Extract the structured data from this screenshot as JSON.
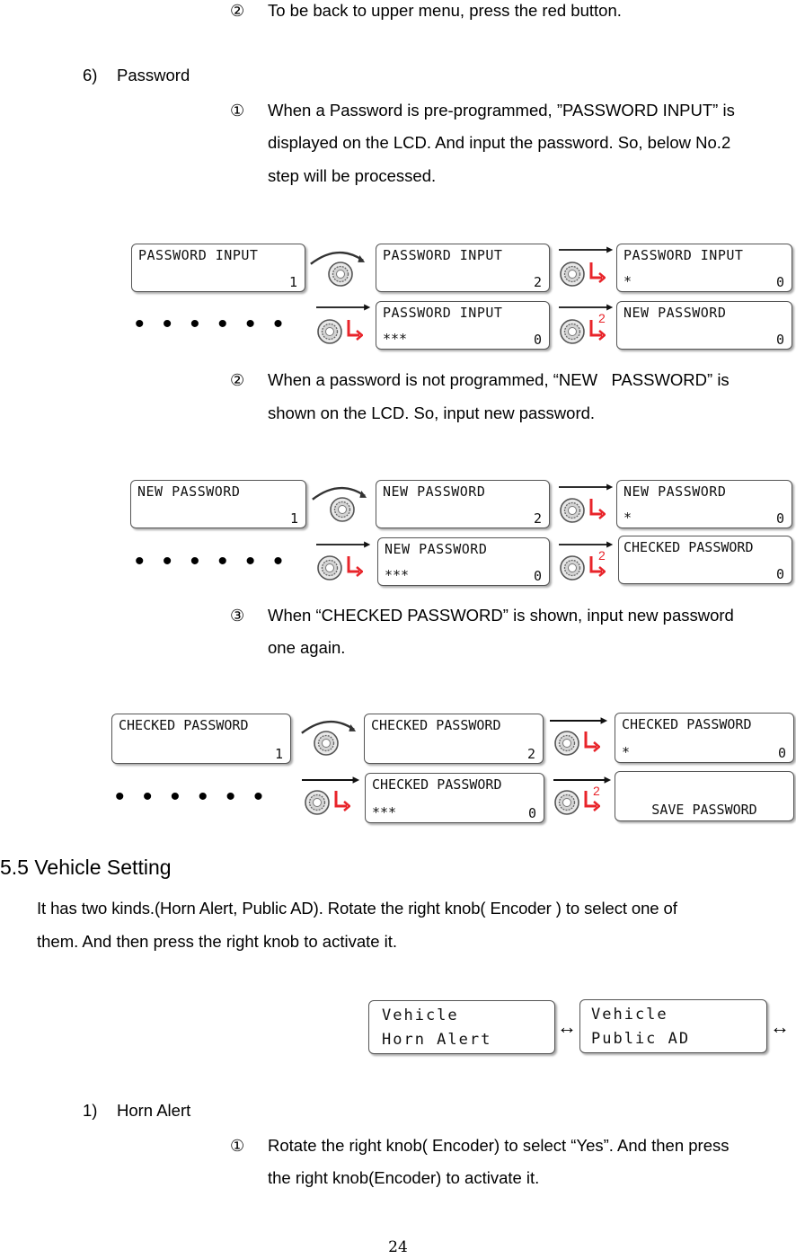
{
  "lines": {
    "top_marker": "②",
    "top_text": "To be back to upper menu, press the red button.",
    "pw_heading_num": "6)",
    "pw_heading": "Password",
    "pw1_marker": "①",
    "pw1_l1": "When a Password is pre-programmed, ”PASSWORD INPUT” is",
    "pw1_l2": "displayed on the LCD. And input the password. So, below No.2",
    "pw1_l3": "step will be processed.",
    "pw2_marker": "②",
    "pw2_l1": "When a password is not programmed, “NEW   PASSWORD” is",
    "pw2_l2": "shown on the LCD. So, input new password.",
    "pw3_marker": "③",
    "pw3_l1": "When “CHECKED PASSWORD” is shown, input new password",
    "pw3_l2": "one again.",
    "section_heading": "5.5 Vehicle Setting",
    "vs_l1": "It has two kinds.(Horn Alert, Public AD). Rotate the right knob( Encoder ) to select one of",
    "vs_l2": "them. And then press the right knob to activate it.",
    "ha_num": "1)",
    "ha_heading": "Horn Alert",
    "ha1_marker": "①",
    "ha1_l1": "Rotate the right knob( Encoder) to select “Yes”. And then press",
    "ha1_l2": "the right knob(Encoder) to activate it.",
    "page_number": "24"
  },
  "lcd": {
    "pw_input": "PASSWORD INPUT",
    "new_password": "NEW PASSWORD",
    "checked_password": "CHECKED PASSWORD",
    "save_password": "SAVE PASSWORD",
    "vehicle": "Vehicle",
    "horn_alert": "Horn Alert",
    "public_ad": "Public AD",
    "one": "1",
    "two": "2",
    "zero": "0",
    "star1": "*",
    "star3": "***"
  },
  "symbols": {
    "dots": "• •   • •   • •",
    "double_arrow": "↔",
    "sub_two": "2"
  },
  "colors": {
    "return_arrow": "#e8242a",
    "knob": "#888888"
  },
  "icons": [
    "rotate-arrow-icon",
    "knob-icon",
    "return-arrow-icon",
    "right-arrow-icon"
  ]
}
